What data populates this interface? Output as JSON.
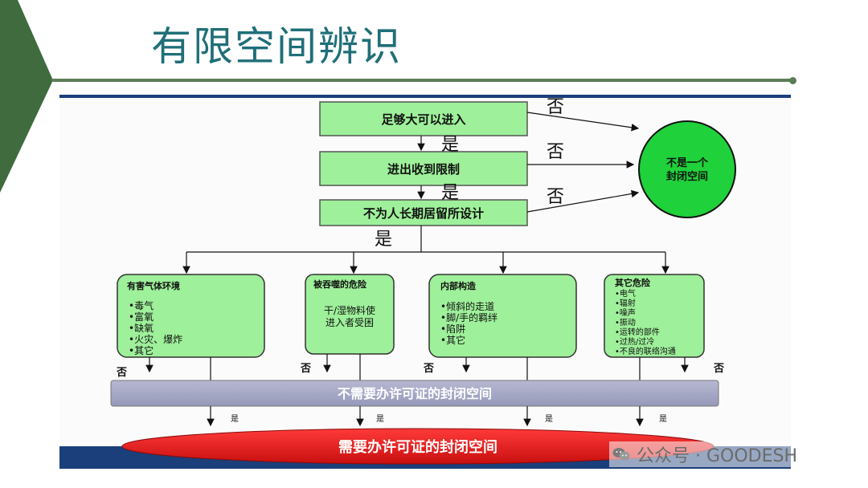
{
  "slide": {
    "title": "有限空间辨识",
    "watermark": "公众号 · GOODESH",
    "colors": {
      "title": "#1f6f78",
      "accent_green": "#3f6b3f",
      "box_fill": "#9ef09a",
      "circle_fill": "#1fd13a",
      "bar_fill": "#a4a7c4",
      "ellipse_fill": "#e01818",
      "rule_blue": "#1b3f7a"
    }
  },
  "flow": {
    "decision_1": "足够大可以进入",
    "decision_2": "进出收到限制",
    "decision_3": "不为人长期居留所设计",
    "yes": "是",
    "no": "否",
    "not_confined_line1": "不是一个",
    "not_confined_line2": "封闭空间",
    "hazards": [
      {
        "heading": "有害气体环境",
        "lines": [
          "•毒气",
          "•富氧",
          "•缺氧",
          "•火灾、爆炸",
          "•其它"
        ]
      },
      {
        "heading": "被吞噬的危险",
        "lines": [
          "干/湿物料使",
          "进入者受困"
        ]
      },
      {
        "heading": "内部构造",
        "lines": [
          "•倾斜的走道",
          "•脚/手的羁绊",
          "•陷阱",
          "•其它"
        ]
      },
      {
        "heading": "其它危险",
        "lines": [
          "•电气",
          "•辐射",
          "•噪声",
          "•振动",
          "•运转的部件",
          "•过热/过冷",
          "•不良的联络沟通"
        ]
      }
    ],
    "no_permit": "不需要办许可证的封闭空间",
    "permit": "需要办许可证的封闭空间"
  }
}
